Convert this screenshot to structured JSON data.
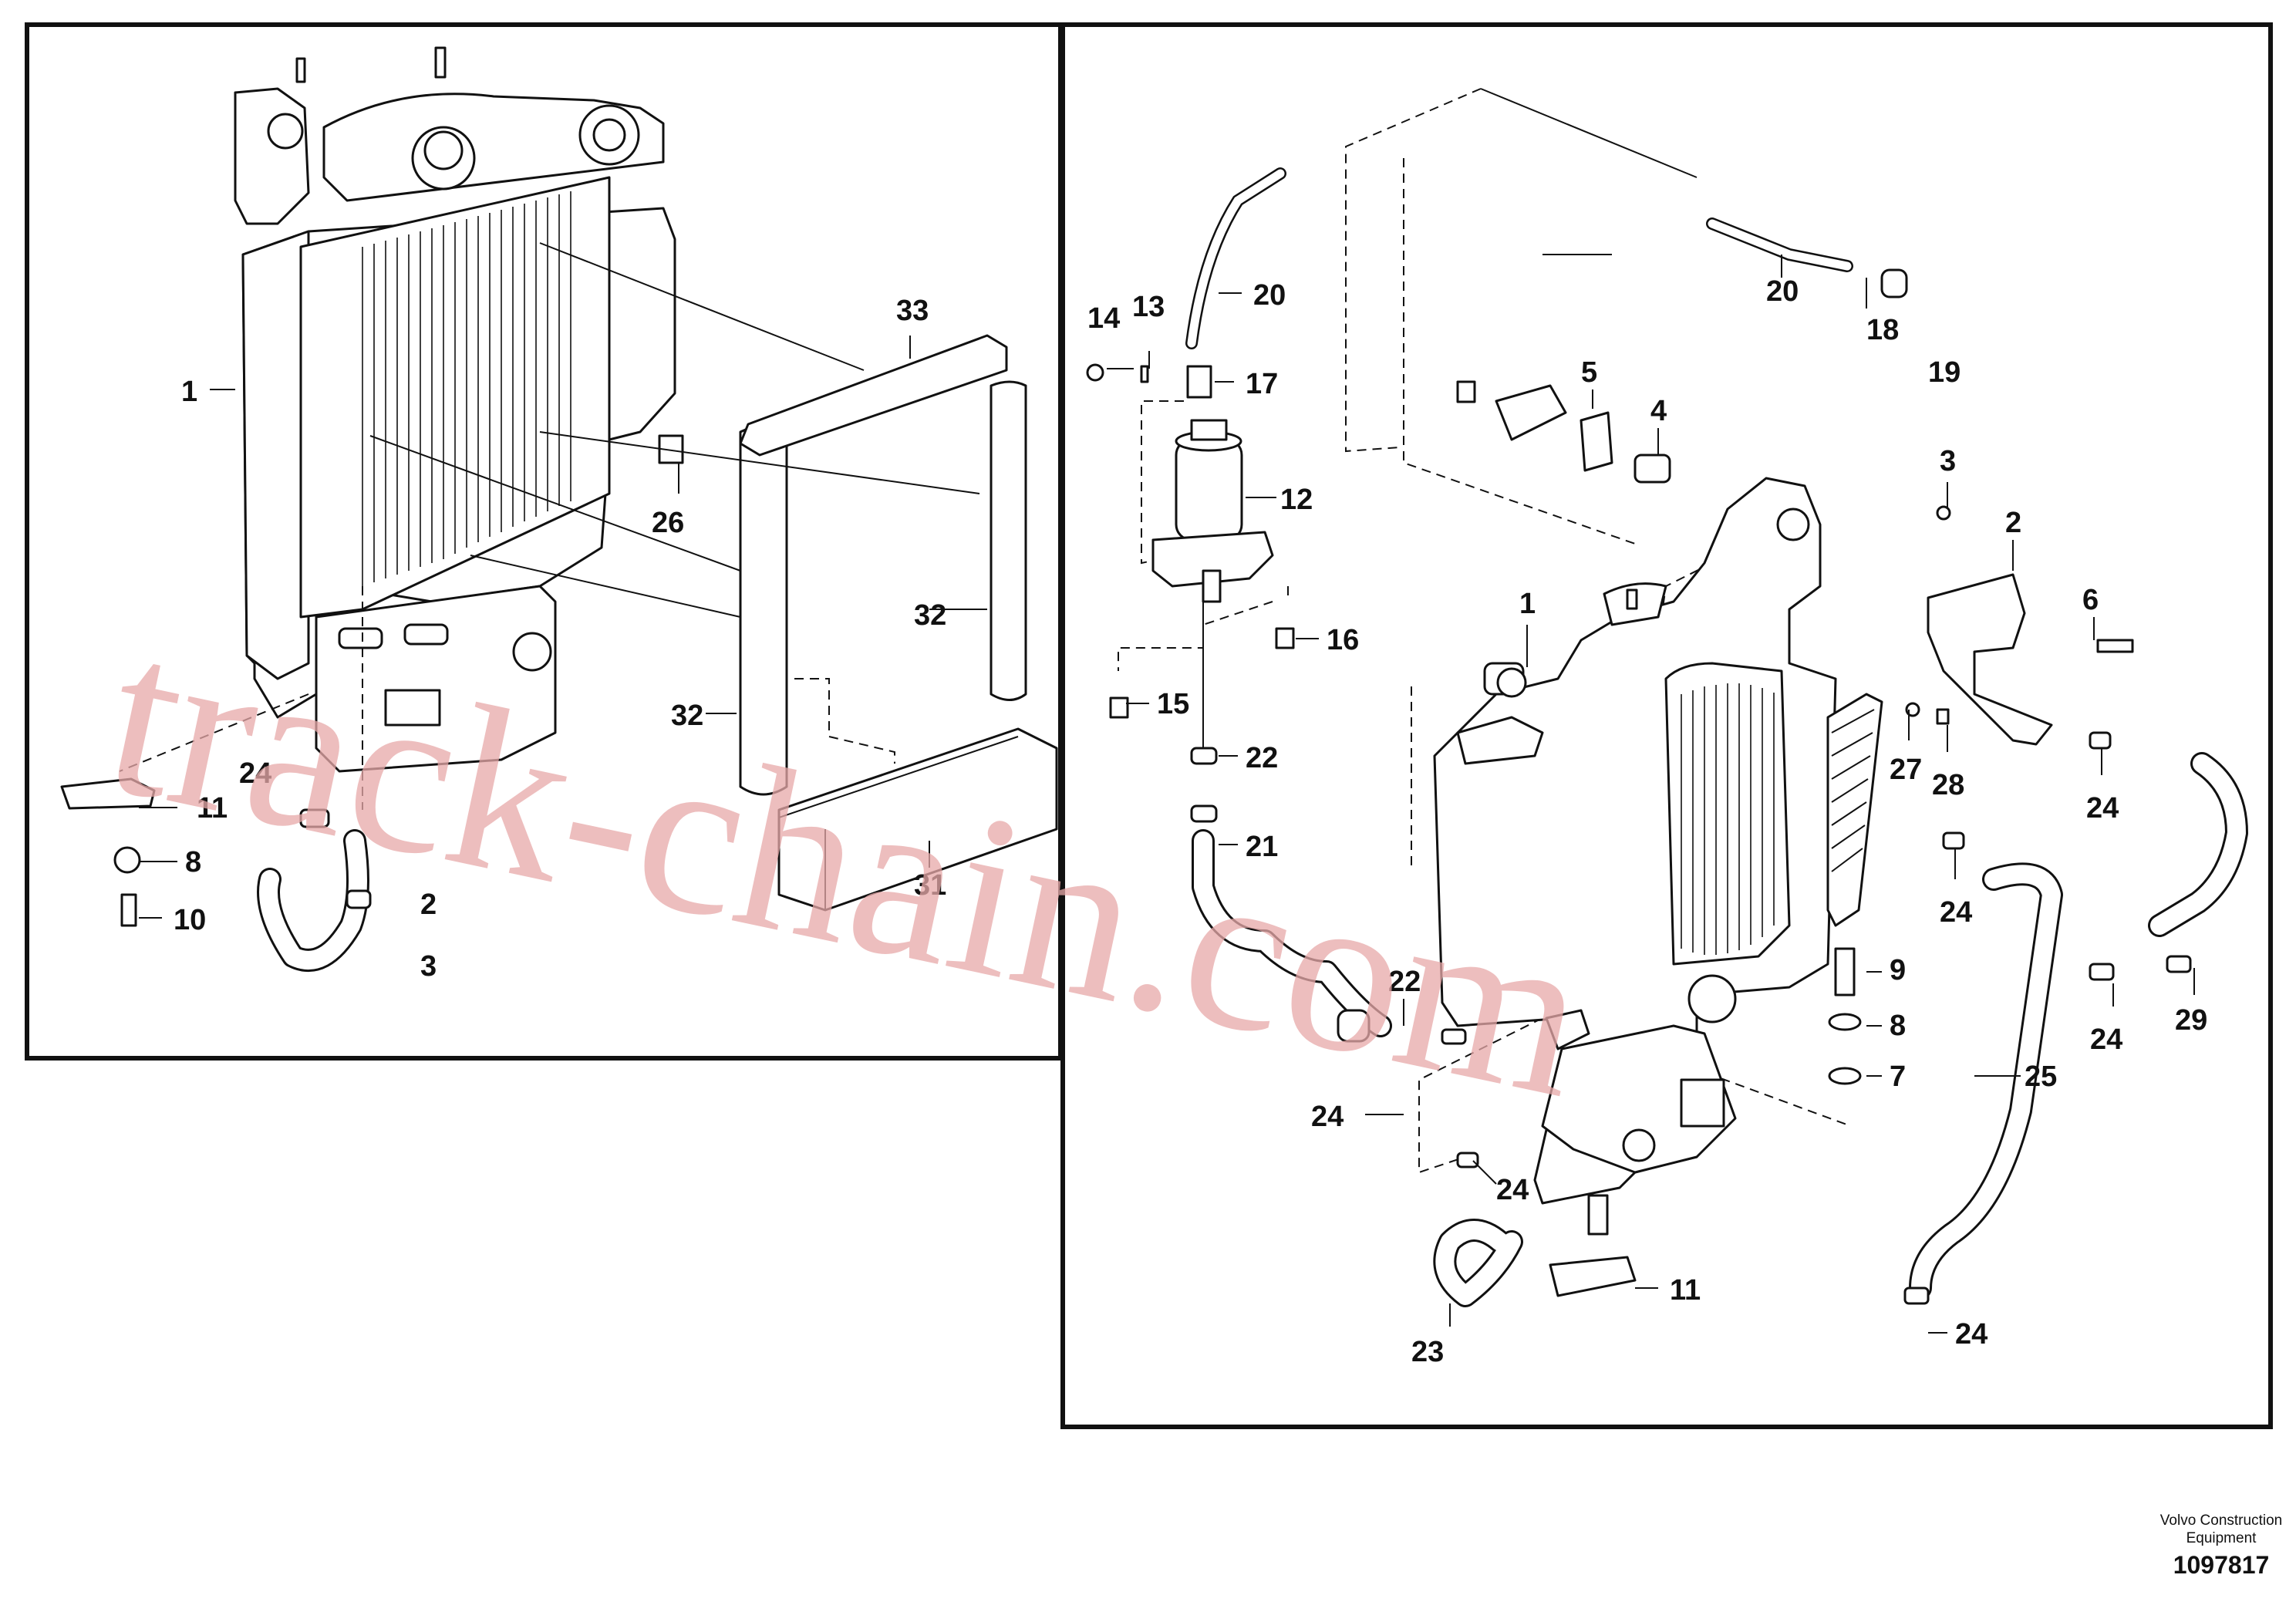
{
  "callouts": {
    "l1": "1",
    "l33": "33",
    "l26": "26",
    "l32a": "32",
    "l32b": "32",
    "l31": "31",
    "l24": "24",
    "l11": "11",
    "l8": "8",
    "l10": "10",
    "l2x": "2",
    "l3x": "3",
    "r14": "14",
    "r13": "13",
    "r20a": "20",
    "r20b": "20",
    "r17": "17",
    "r18": "18",
    "r19": "19",
    "r12": "12",
    "r5": "5",
    "r4": "4",
    "r3": "3",
    "r2": "2",
    "r6": "6",
    "r1": "1",
    "r16": "16",
    "r15": "15",
    "r22a": "22",
    "r22b": "22",
    "r21": "21",
    "r27": "27",
    "r28": "28",
    "r24a": "24",
    "r24b": "24",
    "r24c": "24",
    "r24d": "24",
    "r24e": "24",
    "r24f": "24",
    "r9": "9",
    "r8": "8",
    "r7": "7",
    "r25": "25",
    "r29": "29",
    "r23": "23",
    "r11": "11"
  },
  "watermark": "track-chain.com",
  "footer": {
    "line1": "Volvo Construction",
    "line2": "Equipment",
    "number": "1097817"
  }
}
